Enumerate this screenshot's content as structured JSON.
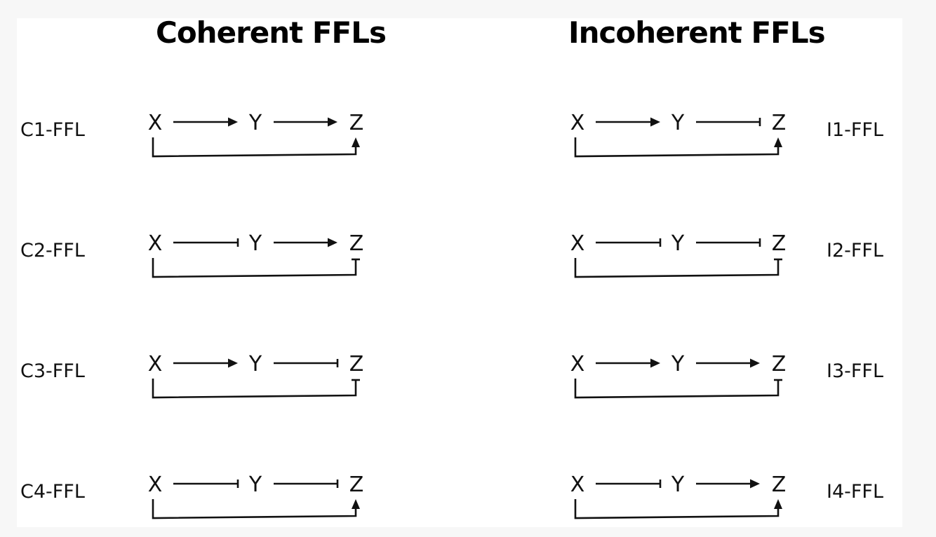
{
  "headings": {
    "coherent": "Coherent FFLs",
    "incoherent": "Incoherent FFLs"
  },
  "node_names": {
    "x": "X",
    "y": "Y",
    "z": "Z"
  },
  "edge_types": [
    "activation",
    "repression"
  ],
  "loops": [
    {
      "label": "C1-FFL",
      "group": "coherent",
      "x_to_y": "activation",
      "y_to_z": "activation",
      "x_to_z": "activation"
    },
    {
      "label": "C2-FFL",
      "group": "coherent",
      "x_to_y": "repression",
      "y_to_z": "activation",
      "x_to_z": "repression"
    },
    {
      "label": "C3-FFL",
      "group": "coherent",
      "x_to_y": "activation",
      "y_to_z": "repression",
      "x_to_z": "repression"
    },
    {
      "label": "C4-FFL",
      "group": "coherent",
      "x_to_y": "repression",
      "y_to_z": "repression",
      "x_to_z": "activation"
    },
    {
      "label": "I1-FFL",
      "group": "incoherent",
      "x_to_y": "activation",
      "y_to_z": "repression",
      "x_to_z": "activation"
    },
    {
      "label": "I2-FFL",
      "group": "incoherent",
      "x_to_y": "repression",
      "y_to_z": "repression",
      "x_to_z": "repression"
    },
    {
      "label": "I3-FFL",
      "group": "incoherent",
      "x_to_y": "activation",
      "y_to_z": "activation",
      "x_to_z": "repression"
    },
    {
      "label": "I4-FFL",
      "group": "incoherent",
      "x_to_y": "repression",
      "y_to_z": "activation",
      "x_to_z": "activation"
    }
  ]
}
